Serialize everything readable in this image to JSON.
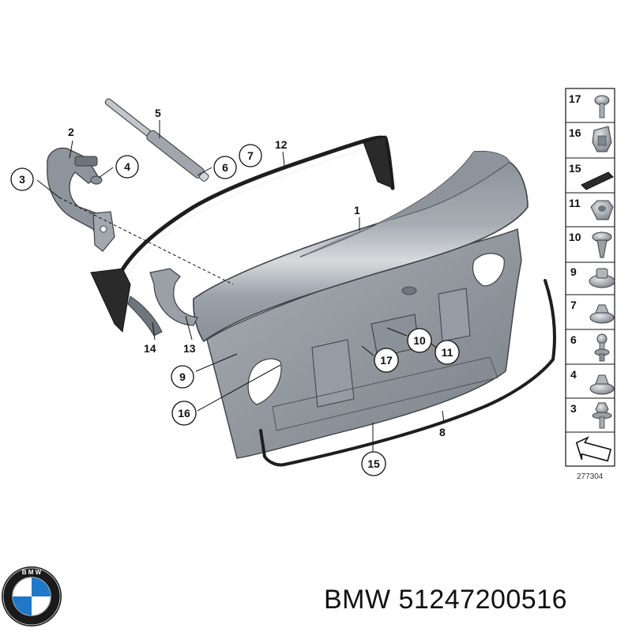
{
  "diagram": {
    "callouts": {
      "c1": "1",
      "c2": "2",
      "c3": "3",
      "c4": "4",
      "c5": "5",
      "c6": "6",
      "c7": "7",
      "c8": "8",
      "c9": "9",
      "c10": "10",
      "c11": "11",
      "c12": "12",
      "c13": "13",
      "c14": "14",
      "c15": "15",
      "c16": "16",
      "c17": "17"
    },
    "parts_table": {
      "items": [
        "17",
        "16",
        "15",
        "11",
        "10",
        "9",
        "7",
        "6",
        "4",
        "3"
      ],
      "code": "277304"
    }
  },
  "brand": {
    "logo_name": "BMW",
    "caption": "BMW 51247200516"
  },
  "colors": {
    "lid_dark": "#7d848c",
    "lid_light": "#c9cdd2",
    "seal": "#1e1e1e",
    "metal": "#9aa0a6"
  }
}
